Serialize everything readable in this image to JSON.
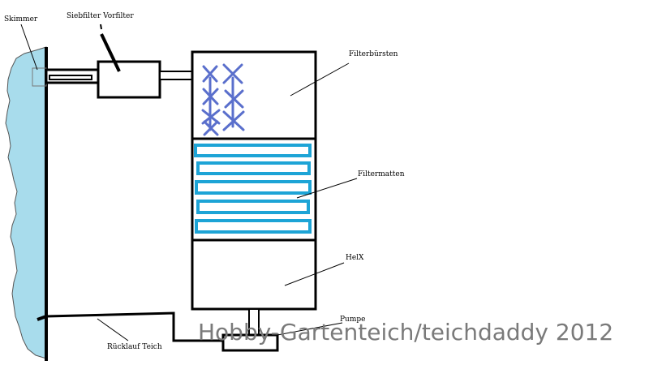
{
  "labels": {
    "skimmer": "Skimmer",
    "prefilter": "Siebfilter Vorfilter",
    "brushes": "Filterbürsten",
    "mats": "Filtermatten",
    "helix": "HelX",
    "pump": "Pumpe",
    "return": "Rücklauf Teich"
  },
  "watermark": "Hobby-Gartenteich/teichdaddy 2012",
  "colors": {
    "pond": "#a8dcec",
    "brush": "#5a6fcc",
    "mat": "#1da4d6",
    "line": "#000000",
    "watermark": "#7a7a7a"
  }
}
